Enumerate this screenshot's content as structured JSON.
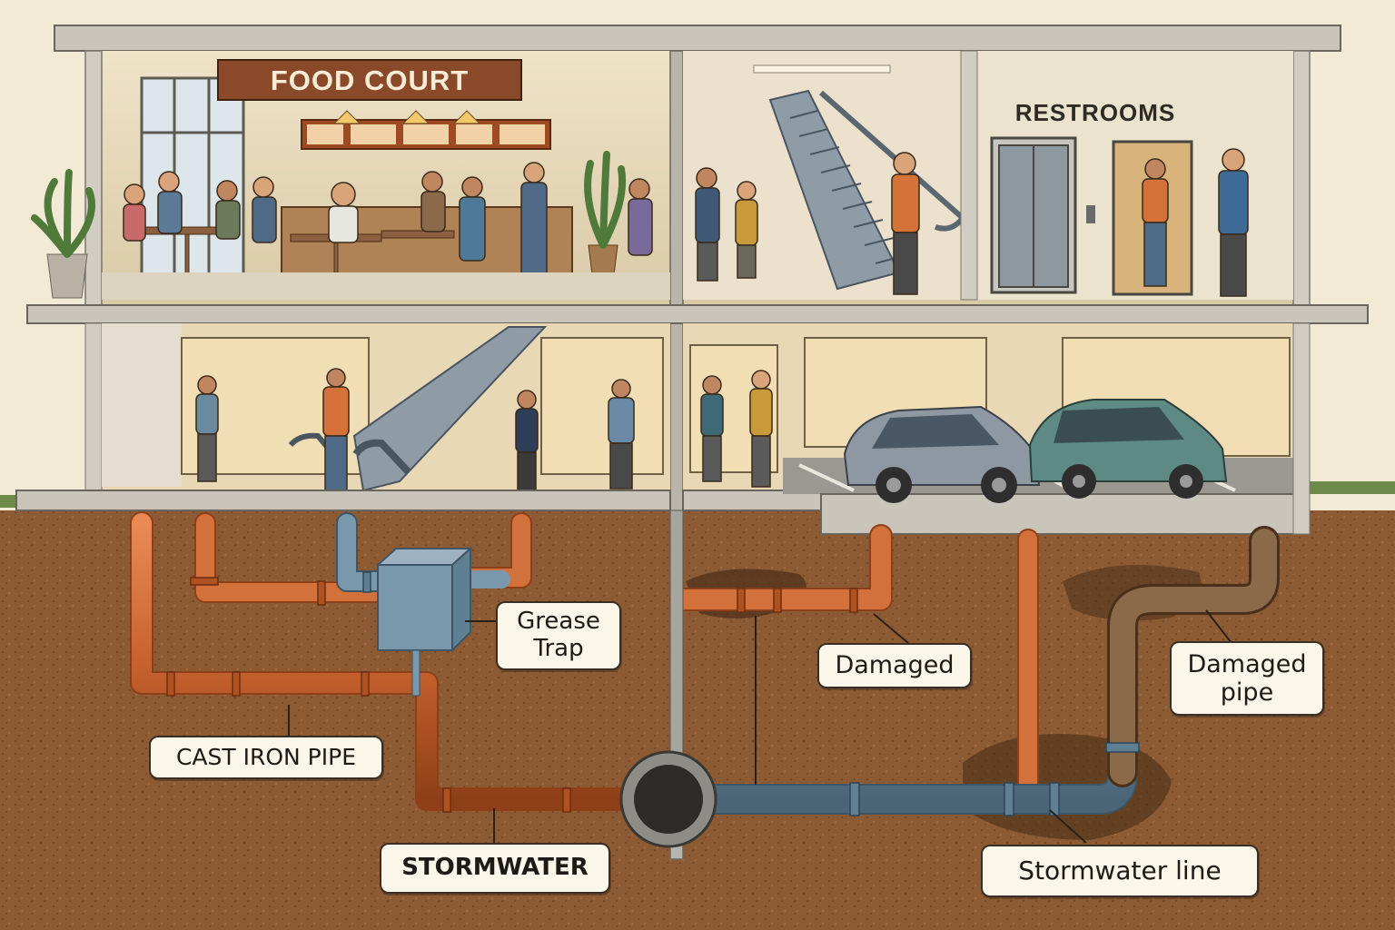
{
  "signs": {
    "food_court": "FOOD COURT",
    "restrooms": "RESTROOMS"
  },
  "labels": {
    "grease_trap": "Grease Trap",
    "damaged": "Damaged",
    "damaged_pipe": "Damaged pipe",
    "cast_iron_pipe": "CAST IRON PIPE",
    "stormwater": "STORMWATER",
    "stormwater_line": "Stormwater line"
  },
  "colors": {
    "cast_iron_pipe": "#c8622e",
    "stormwater_pipe": "#6f8fa3",
    "damaged_pipe": "#7a5a3a",
    "soil": "#8a5a34",
    "building": "#cfcabe",
    "sign_bg": "#8a4a2a"
  }
}
